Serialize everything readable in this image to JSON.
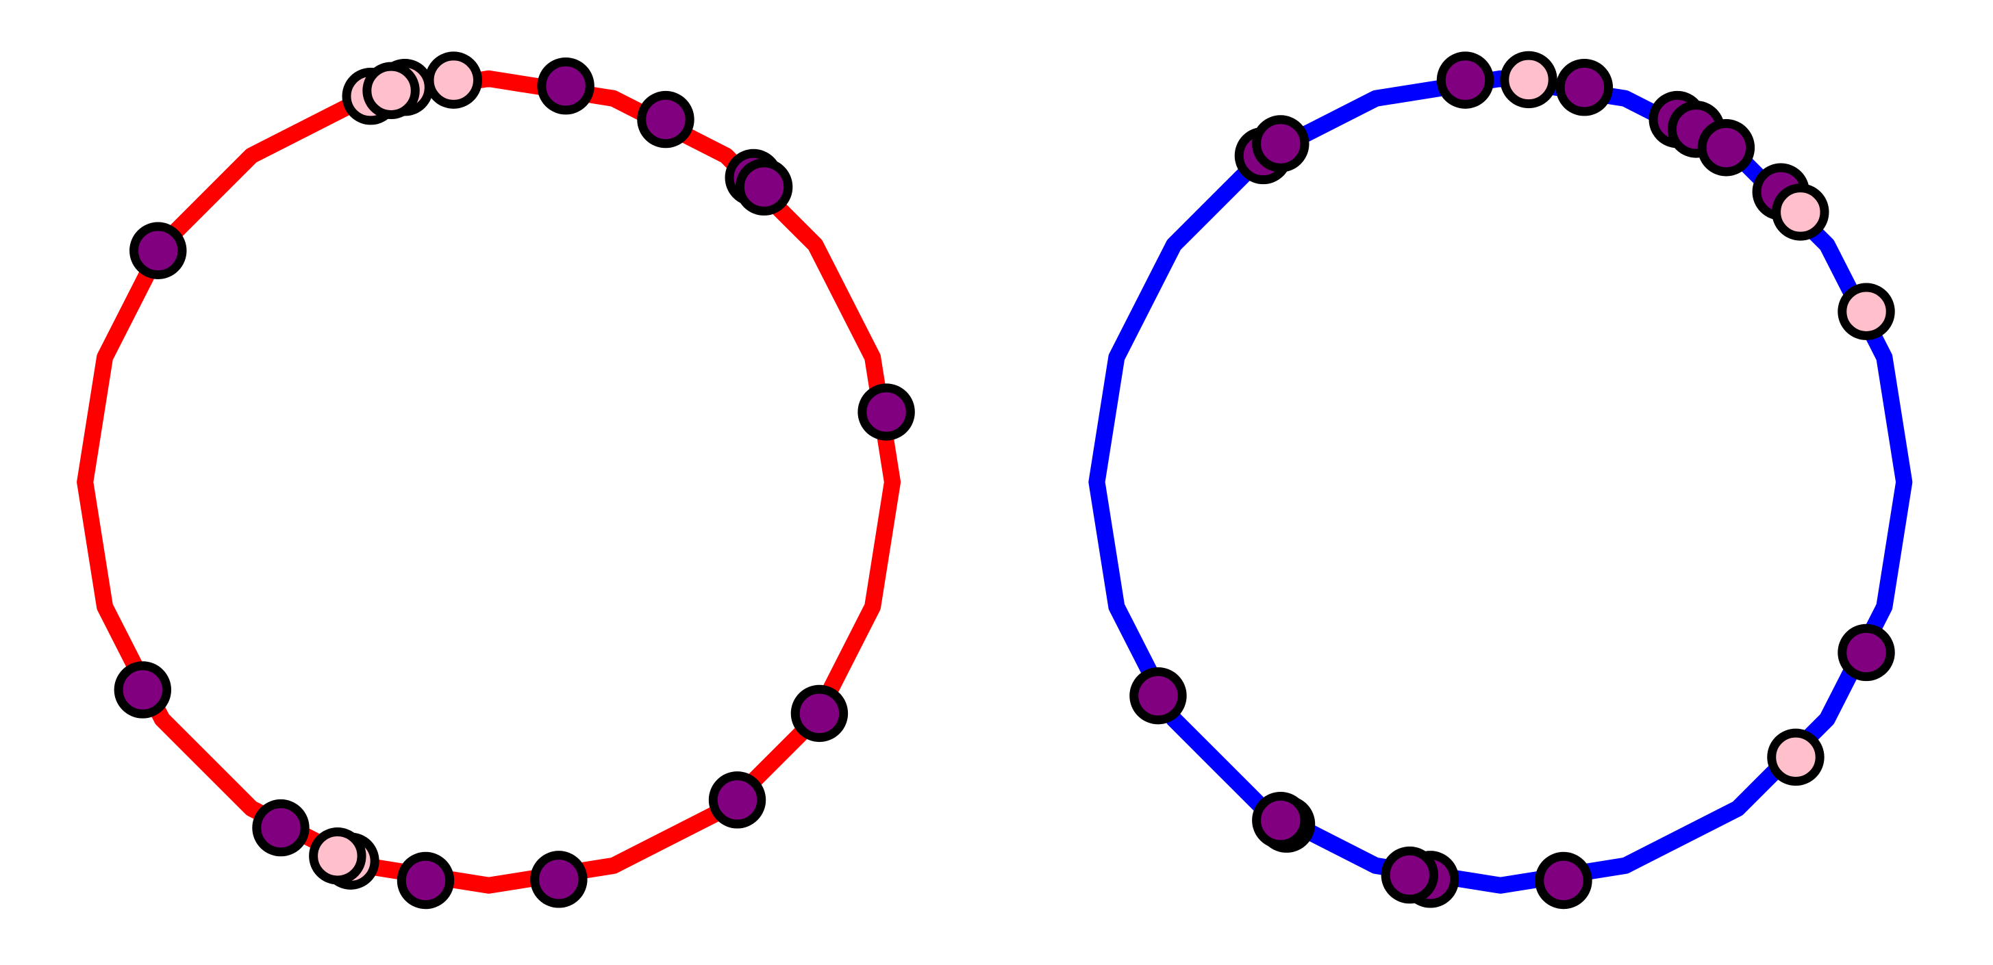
{
  "diagrams": [
    {
      "name": "left-ring",
      "ring_color": "#ff0000",
      "points": [
        {
          "angle": -145,
          "fill": "#800080"
        },
        {
          "angle": -107,
          "fill": "#ffc0cb"
        },
        {
          "angle": -102,
          "fill": "#ffc0cb"
        },
        {
          "angle": -104,
          "fill": "#ffc0cb"
        },
        {
          "angle": -95,
          "fill": "#ffc0cb"
        },
        {
          "angle": -79,
          "fill": "#800080"
        },
        {
          "angle": -64,
          "fill": "#800080"
        },
        {
          "angle": -49,
          "fill": "#800080"
        },
        {
          "angle": -47,
          "fill": "#800080"
        },
        {
          "angle": -10,
          "fill": "#800080"
        },
        {
          "angle": 35,
          "fill": "#800080"
        },
        {
          "angle": 52,
          "fill": "#800080"
        },
        {
          "angle": 80,
          "fill": "#800080"
        },
        {
          "angle": 99,
          "fill": "#800080"
        },
        {
          "angle": 110,
          "fill": "#ffc0cb"
        },
        {
          "angle": 112,
          "fill": "#ffc0cb"
        },
        {
          "angle": 121,
          "fill": "#800080"
        },
        {
          "angle": 149,
          "fill": "#800080"
        }
      ]
    },
    {
      "name": "right-ring",
      "ring_color": "#0000ff",
      "points": [
        {
          "angle": -126,
          "fill": "#800080"
        },
        {
          "angle": -123,
          "fill": "#800080"
        },
        {
          "angle": -95,
          "fill": "#800080"
        },
        {
          "angle": -86,
          "fill": "#ffc0cb"
        },
        {
          "angle": -78,
          "fill": "#800080"
        },
        {
          "angle": -64,
          "fill": "#800080"
        },
        {
          "angle": -61,
          "fill": "#800080"
        },
        {
          "angle": -56,
          "fill": "#800080"
        },
        {
          "angle": -46,
          "fill": "#800080"
        },
        {
          "angle": -42,
          "fill": "#ffc0cb"
        },
        {
          "angle": -25,
          "fill": "#ffc0cb"
        },
        {
          "angle": 25,
          "fill": "#800080"
        },
        {
          "angle": 43,
          "fill": "#ffc0cb"
        },
        {
          "angle": 81,
          "fill": "#800080"
        },
        {
          "angle": 100,
          "fill": "#800080"
        },
        {
          "angle": 103,
          "fill": "#800080"
        },
        {
          "angle": 122,
          "fill": "#800080"
        },
        {
          "angle": 123,
          "fill": "#800080"
        },
        {
          "angle": 148,
          "fill": "#800080"
        }
      ]
    }
  ]
}
